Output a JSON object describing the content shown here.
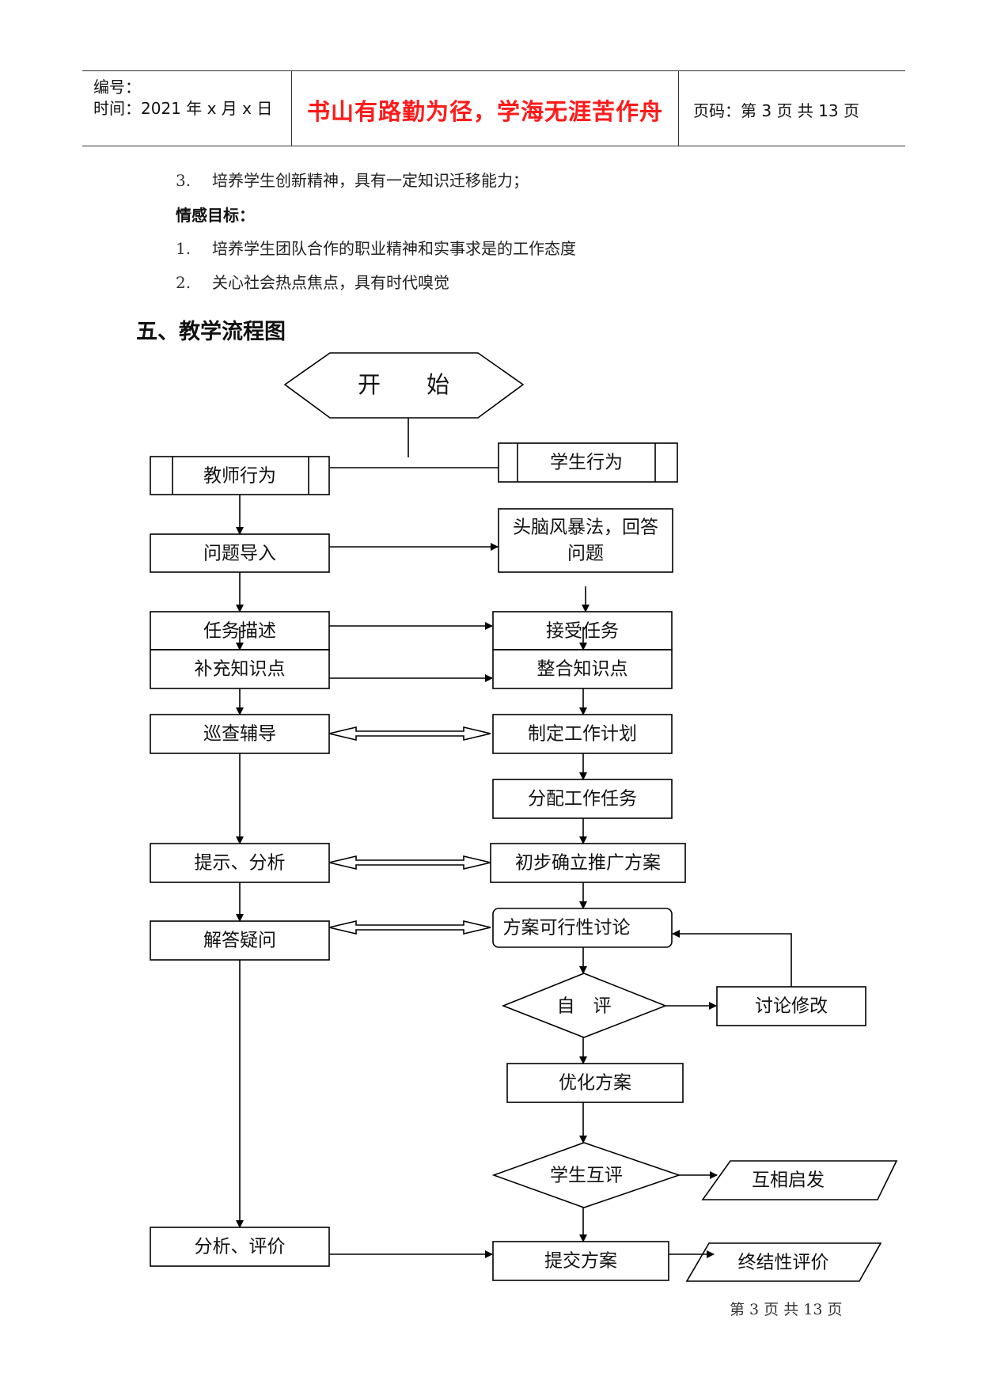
{
  "header": {
    "number_label": "编号：",
    "time_label": "时间：2021 年 x 月 x 日",
    "motto": "书山有路勤为径，学海无涯苦作舟",
    "page_code": "页码：第 3 页  共 13 页"
  },
  "content": {
    "item3": {
      "num": "3.",
      "text": "培养学生创新精神，具有一定知识迁移能力；"
    },
    "emotion_heading": "情感目标：",
    "emotion_items": [
      {
        "num": "1.",
        "text": "培养学生团队合作的职业精神和实事求是的工作态度"
      },
      {
        "num": "2.",
        "text": "关心社会热点焦点，具有时代嗅觉"
      }
    ],
    "section_title": "五、教学流程图"
  },
  "flowchart": {
    "start": "开　　始",
    "teacher_header": "教师行为",
    "student_header": "学生行为",
    "teacher_steps": [
      "问题导入",
      "任务描述",
      "补充知识点",
      "巡查辅导",
      "提示、分析",
      "解答疑问",
      "分析、评价"
    ],
    "student_steps": [
      "头脑风暴法，回答",
      "问题",
      "接受任务",
      "整合知识点",
      "制定工作计划",
      "分配工作任务",
      "初步确立推广方案",
      "方案可行性讨论",
      "优化方案",
      "提交方案"
    ],
    "self_eval": "自　评",
    "revise": "讨论修改",
    "peer_eval": "学生互评",
    "inspire": "互相启发",
    "summative": "终结性评价"
  },
  "footer": "第 3 页 共 13 页"
}
